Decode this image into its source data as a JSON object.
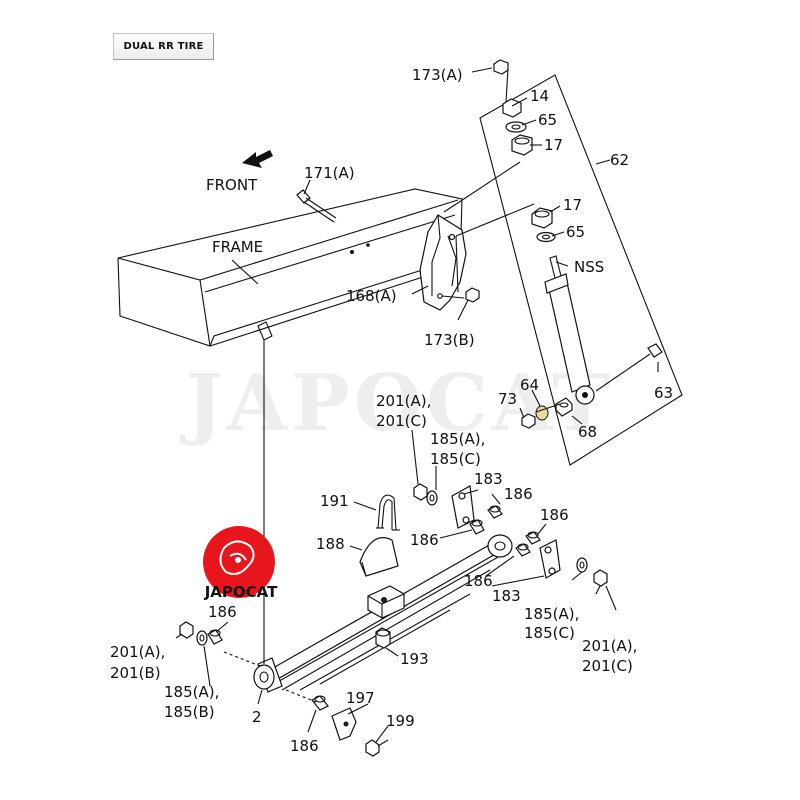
{
  "tab": {
    "label": "DUAL RR TIRE"
  },
  "brand": {
    "logo_text": "JAPOCAT",
    "watermark_text": "JAPOCAT",
    "accent": "#e8161c"
  },
  "labels": {
    "l_173a_top": "173(A)",
    "l_14": "14",
    "l_65_top": "65",
    "l_17_top": "17",
    "l_62": "62",
    "l_171a": "171(A)",
    "l_front": "FRONT",
    "l_frame": "FRAME",
    "l_17_mid": "17",
    "l_65_mid": "65",
    "l_nss": "NSS",
    "l_168a": "168(A)",
    "l_173b": "173(B)",
    "l_64": "64",
    "l_73": "73",
    "l_63": "63",
    "l_68": "68",
    "l_201ac_1": "201(A),",
    "l_201ac_2": "201(C)",
    "l_185ac_1": "185(A),",
    "l_185ac_2": "185(C)",
    "l_183_top": "183",
    "l_186_top": "186",
    "l_191": "191",
    "l_186_right": "186",
    "l_188": "188",
    "l_186_mid": "186",
    "l_186_lower": "186",
    "l_183_lower": "183",
    "l_185ac_r1": "185(A),",
    "l_185ac_r2": "185(C)",
    "l_201ac_r1": "201(A),",
    "l_201ac_r2": "201(C)",
    "l_186_left": "186",
    "l_201ab_1": "201(A),",
    "l_201ab_2": "201(B)",
    "l_193": "193",
    "l_185ab_1": "185(A),",
    "l_185ab_2": "185(B)",
    "l_197": "197",
    "l_199": "199",
    "l_2": "2",
    "l_186_bottom": "186"
  }
}
